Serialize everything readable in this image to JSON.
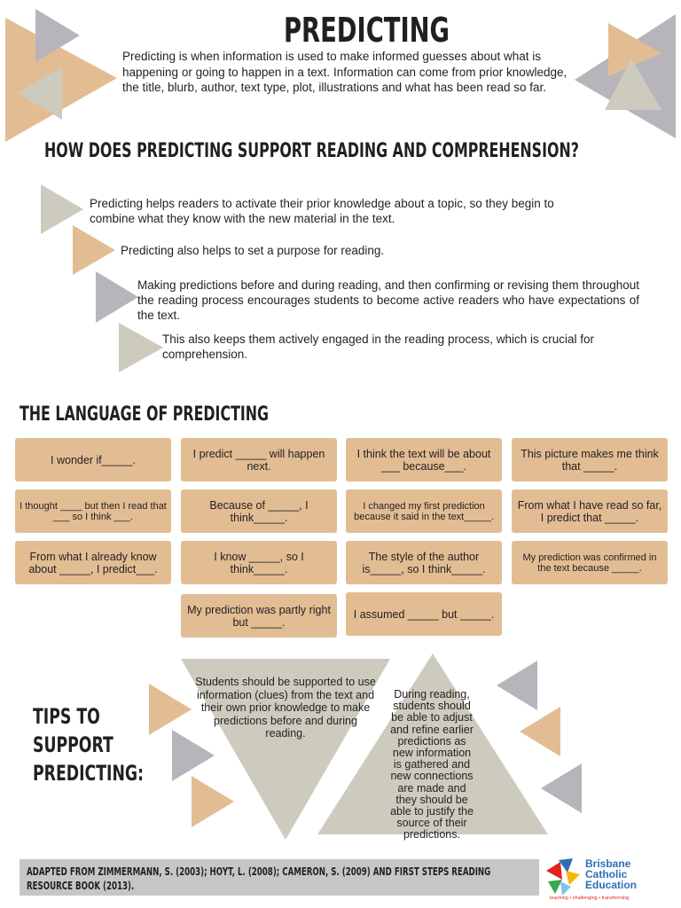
{
  "page": {
    "title": "PREDICTING",
    "intro": "Predicting is when information is used to make informed guesses about what is happening or going to happen in a text. Information can come from prior knowledge, the title, blurb, author, text type, plot, illustrations and what has been read so far."
  },
  "support": {
    "heading": "HOW DOES PREDICTING SUPPORT READING AND COMPREHENSION?",
    "points": [
      "Predicting helps readers to activate their prior knowledge about a topic, so they begin to combine what they know with the new material in the text.",
      "Predicting also helps to set a purpose for reading.",
      "Making predictions before and during reading, and then confirming or revising them throughout the reading process encourages students to become active readers who have expectations of the text.",
      "This also keeps them actively engaged in the reading process, which is crucial for comprehension."
    ]
  },
  "language": {
    "heading": "THE LANGUAGE OF PREDICTING",
    "phrases": [
      "I wonder if_____.",
      "I predict _____ will happen next.",
      "I think the text will be about ___ because___.",
      "This picture makes me think that _____.",
      "I thought ____ but then I read that ___ so I think ___.",
      "Because of _____, I think_____.",
      "I changed my first prediction because it said in the text_____.",
      "From what I have read so far, I predict that _____.",
      "From what I already know about _____, I predict___.",
      "I know _____, so I think_____.",
      "The style of the author is_____, so I think_____.",
      "My prediction was confirmed in the text because _____.",
      "My prediction was partly right but _____.",
      "I assumed _____ but _____."
    ]
  },
  "tips": {
    "heading": "TIPS TO SUPPORT PREDICTING:",
    "tip1": "Students should be supported to use information (clues) from the text and their own prior knowledge to make predictions before and during reading.",
    "tip2": "During reading, students should be able to adjust and refine earlier predictions as new information is gathered and new connections are made and they should be able to justify the source of their predictions."
  },
  "footer": {
    "citation": "ADAPTED FROM ZIMMERMANN, S. (2003); HOYT, L. (2008); CAMERON, S. (2009) AND FIRST STEPS READING RESOURCE BOOK (2013).",
    "logo_line1": "Brisbane",
    "logo_line2": "Catholic",
    "logo_line3": "Education",
    "logo_tagline": "teaching • challenging • transforming"
  },
  "colors": {
    "tan": "#e2bd93",
    "grey": "#b7b5bb",
    "sage": "#cdcbbe",
    "footer_bg": "#c6c6c6"
  }
}
